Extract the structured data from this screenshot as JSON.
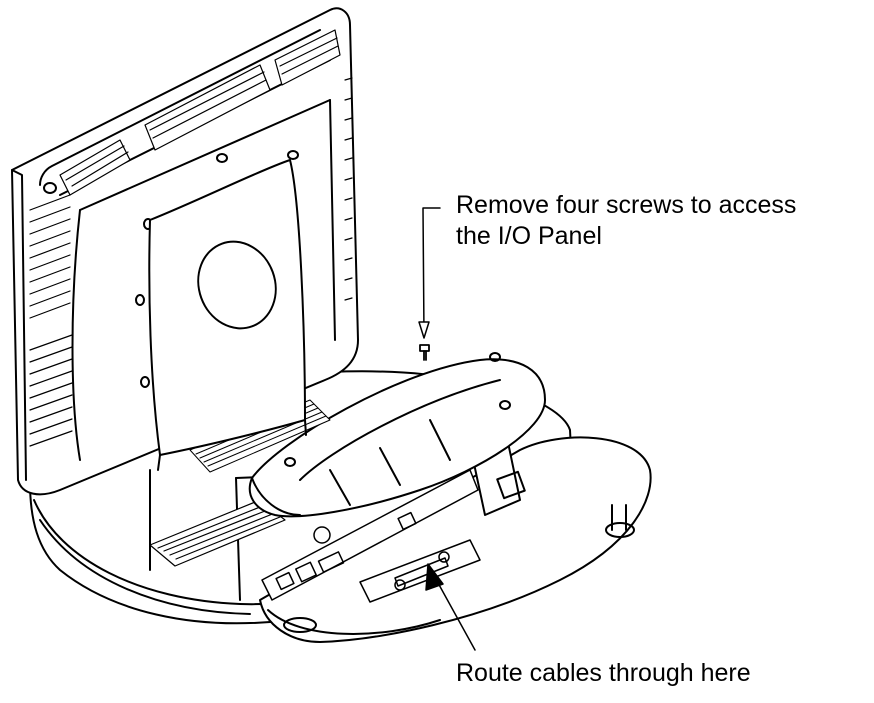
{
  "diagram": {
    "callouts": {
      "screws": {
        "line1": "Remove four screws to access",
        "line2": "the I/O Panel"
      },
      "cables": {
        "text": "Route cables through here"
      }
    },
    "colors": {
      "line": "#000000",
      "background": "#ffffff"
    },
    "icons": [
      "screw-icon",
      "callout-arrow-icon"
    ]
  }
}
